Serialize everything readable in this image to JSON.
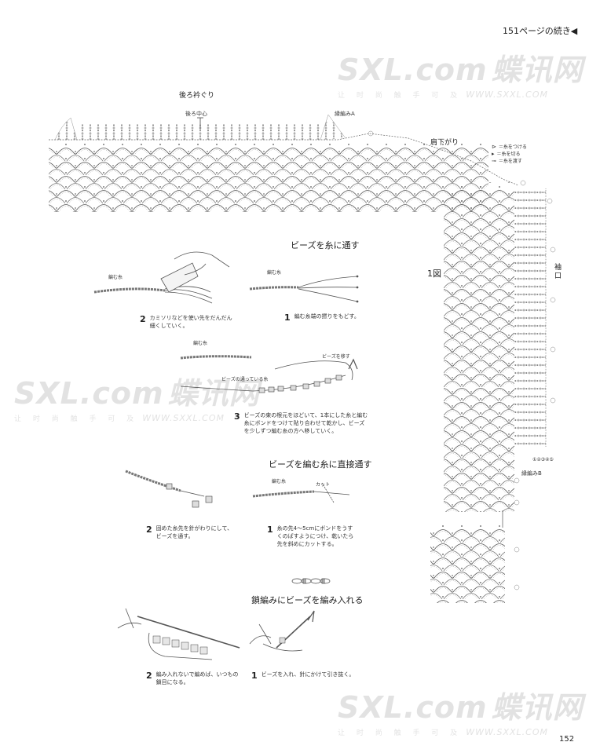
{
  "header": {
    "continued": "151ページの続き",
    "arrow_glyph": "◀"
  },
  "page_number": "152",
  "diagram_labels": {
    "back_neck": "後ろ衿ぐり",
    "back_center": "後ろ中心",
    "edging_a": "縁編みA",
    "shoulder_slope": "肩下がり",
    "figure": "1図",
    "sleeve": "袖口",
    "edging_b": "縁編みB",
    "stitch_counts": "①②③④⑤"
  },
  "legend": [
    {
      "symbol": "⊳",
      "text": "＝糸をつける"
    },
    {
      "symbol": "▸",
      "text": "＝糸を切る"
    },
    {
      "symbol": "⊸",
      "text": "＝糸を渡す"
    }
  ],
  "sections": {
    "thread_beads": "ビーズを糸に通す",
    "direct_beads": "ビーズを編む糸に直接通す",
    "chain_beads": "鎖編みにビーズを編み入れる"
  },
  "steps": {
    "s1": {
      "num": "1",
      "label": "編む糸",
      "text": "編む糸端の撚りをもどす。"
    },
    "s2": {
      "num": "2",
      "label": "編む糸",
      "text": "カミソリなどを使い先をだんだん細くしていく。"
    },
    "s3": {
      "num": "3",
      "label_top": "編む糸",
      "label_bead": "ビーズの通っている糸",
      "label_move": "ビーズを移す",
      "text": "ビーズの束の根元をほどいて、1本にした糸と編む糸にボンドをつけて貼り合わせて乾かし、ビーズを少しずつ編む糸の方へ移していく。"
    },
    "d1": {
      "num": "1",
      "label": "編む糸",
      "label_cut": "カット",
      "text": "糸の先4〜5cmにボンドをうすくのばすようにつけ、乾いたら先を斜めにカットする。"
    },
    "d2": {
      "num": "2",
      "text": "固めた糸先を針がわりにして、ビーズを通す。"
    },
    "c1": {
      "num": "1",
      "text": "ビーズを入れ、針にかけて引き抜く。"
    },
    "c2": {
      "num": "2",
      "text": "編み入れないで編めば、いつもの鎖目になる。"
    }
  },
  "watermark": {
    "logo": "SXL.com",
    "cn": "蝶讯网",
    "tagline": "让 时 尚 触 手 可 及",
    "url": "WWW.SXXL.COM"
  },
  "colors": {
    "ink": "#333333",
    "watermark": "#bdbdbd"
  }
}
